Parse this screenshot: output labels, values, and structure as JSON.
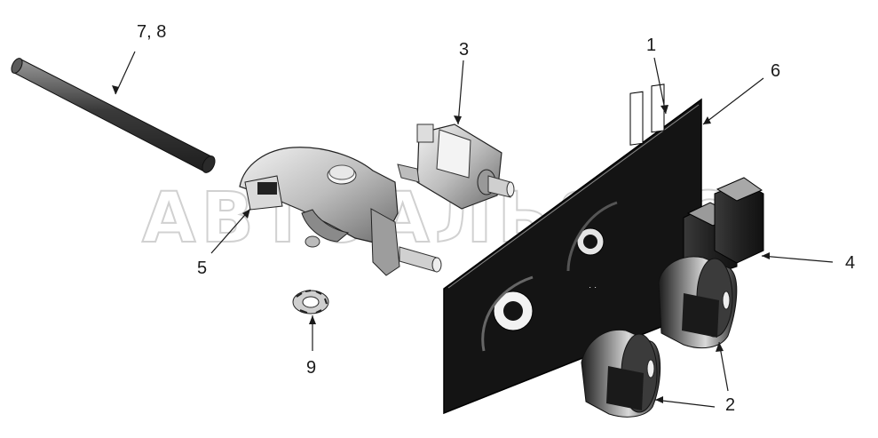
{
  "watermark": {
    "text": "АВТОАЛЬЯНС"
  },
  "callouts": {
    "c1": "1",
    "c2a": "2",
    "c2b": "2",
    "c3": "3",
    "c4": "4",
    "c5": "5",
    "c6": "6",
    "c78": "7, 8",
    "c9": "9"
  },
  "colors": {
    "plate": "#141414",
    "part_dark": "#2b2b2b",
    "part_mid": "#7a7a7a",
    "part_light": "#cfcfcf",
    "line": "#1a1a1a"
  }
}
